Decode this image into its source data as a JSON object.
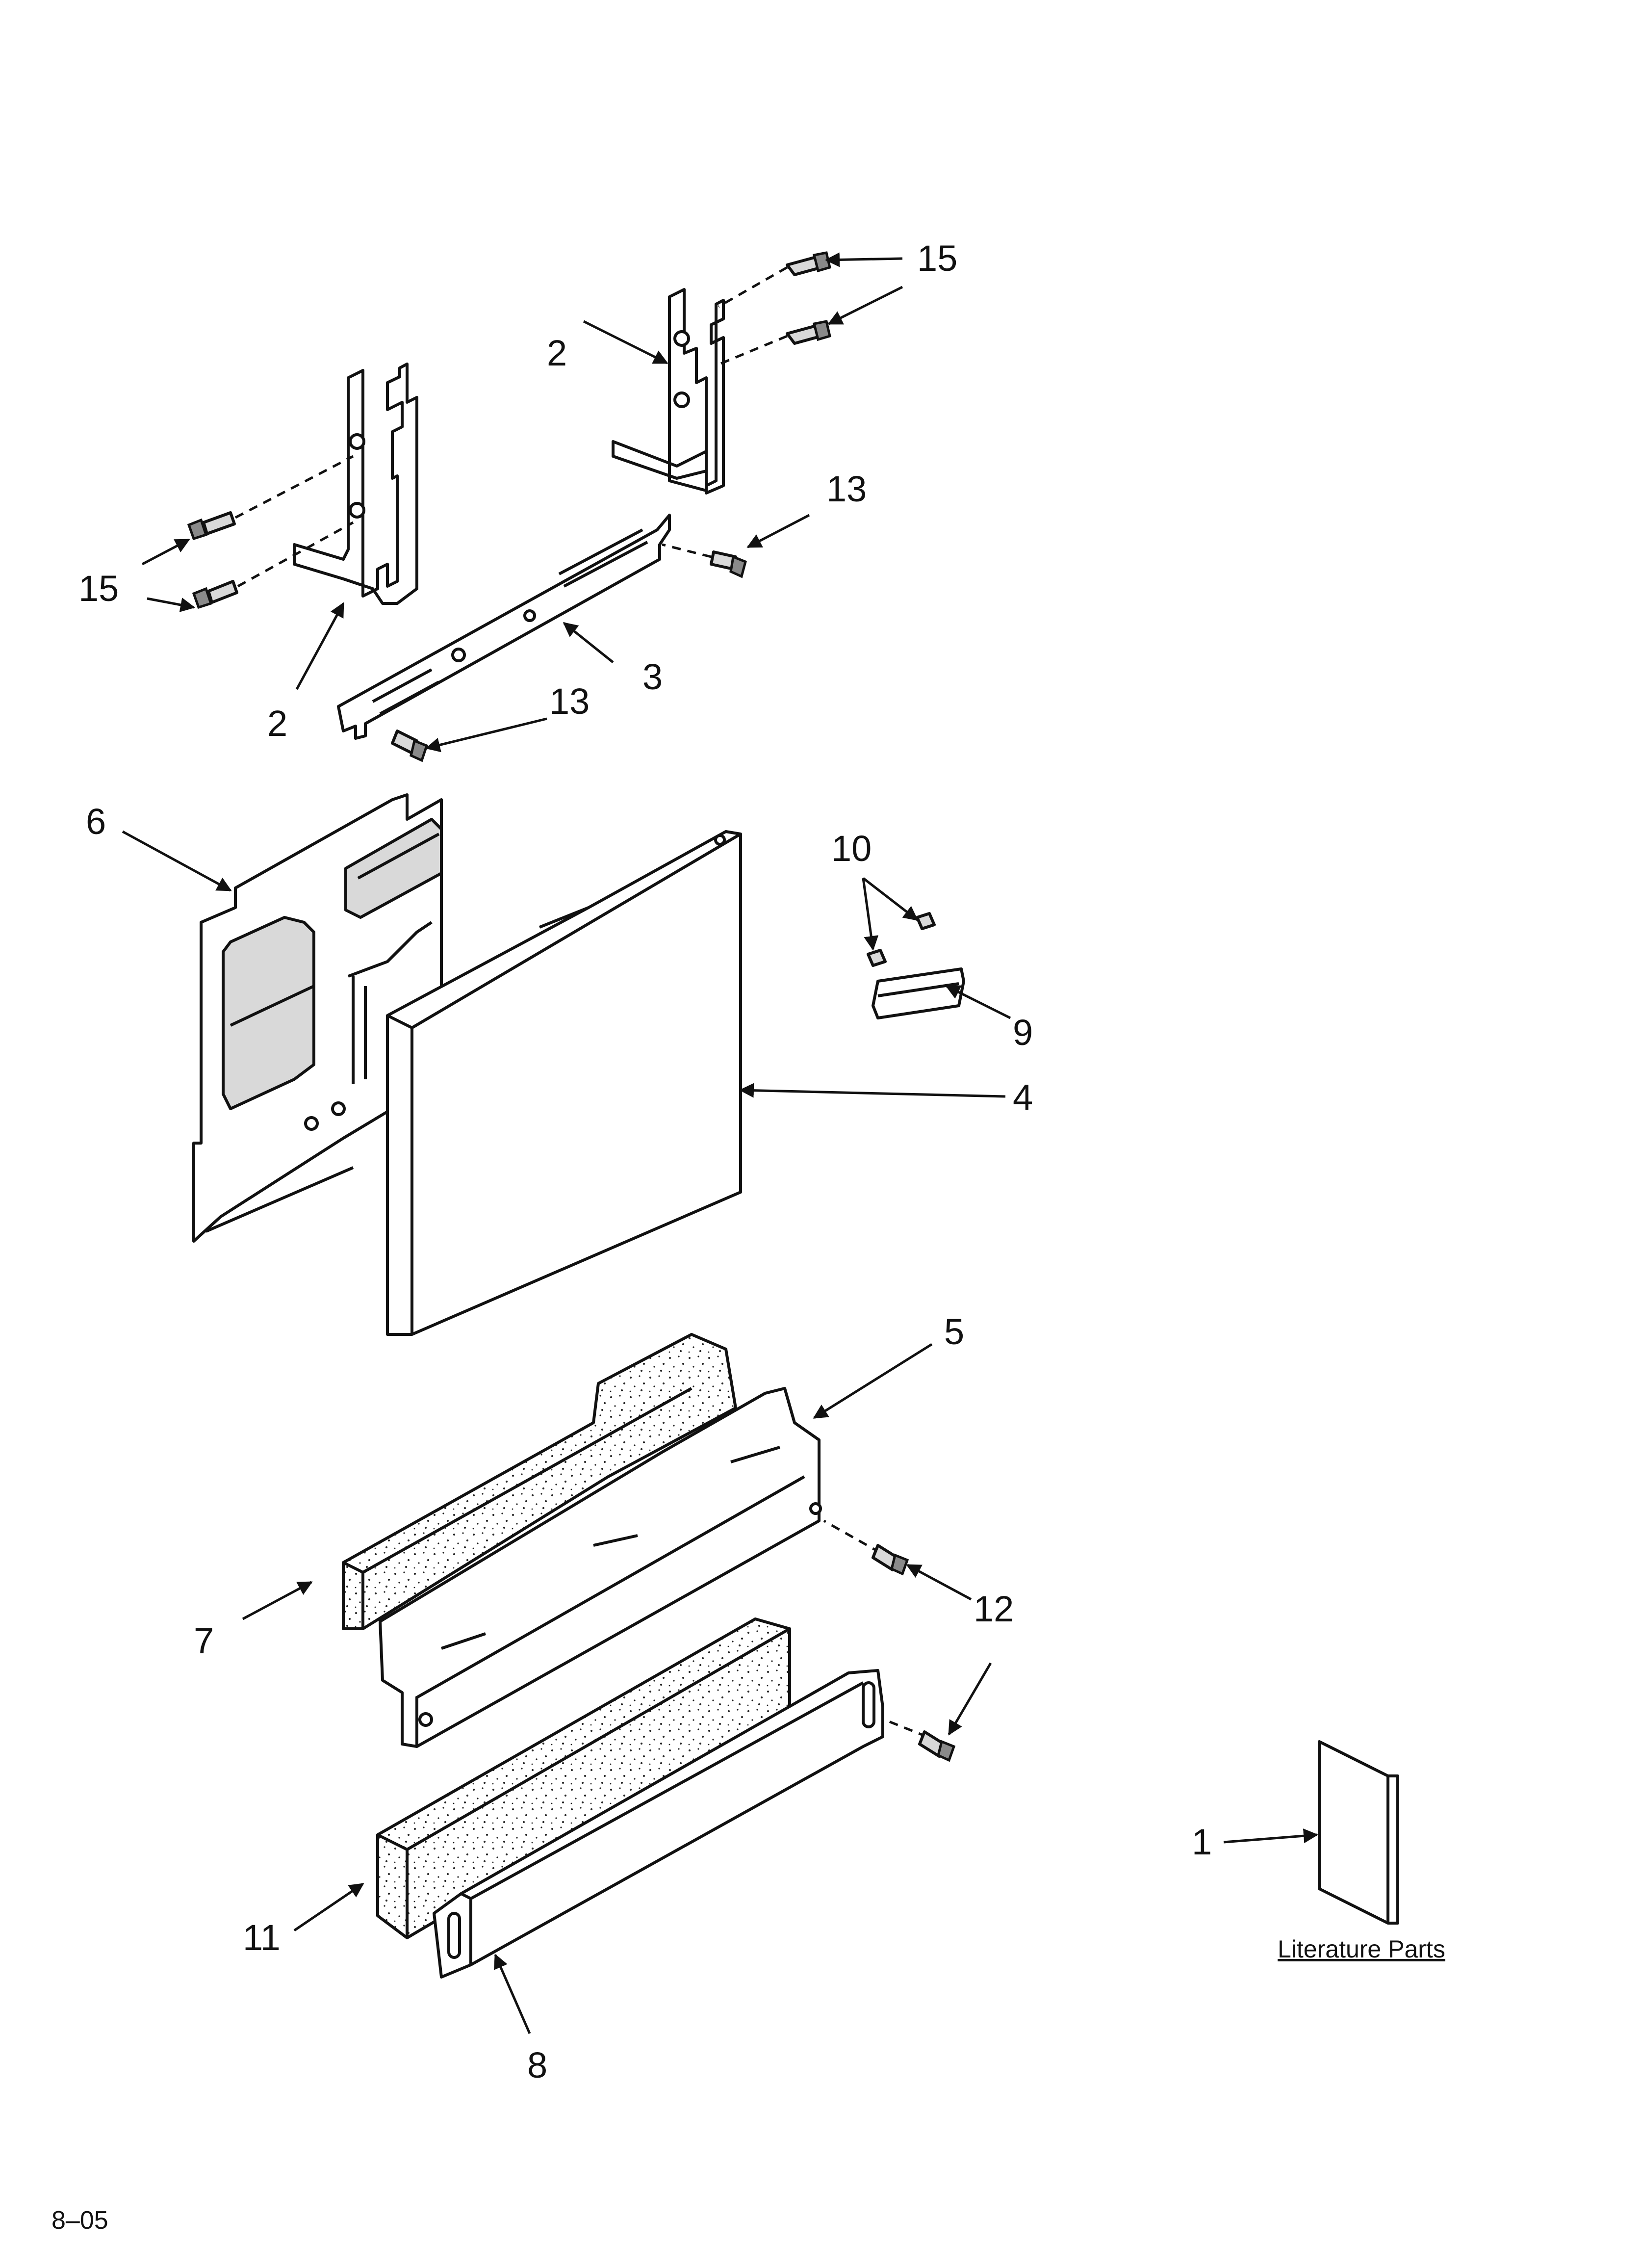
{
  "diagram": {
    "callouts": {
      "c15_top": "15",
      "c2_right": "2",
      "c13_right": "13",
      "c15_left": "15",
      "c2_left": "2",
      "c3": "3",
      "c13_lower": "13",
      "c6": "6",
      "c10": "10",
      "c9": "9",
      "c4": "4",
      "c5": "5",
      "c7": "7",
      "c12": "12",
      "c1": "1",
      "c11": "11",
      "c8": "8"
    },
    "literature_label": "Literature Parts",
    "page_code": "8–05"
  }
}
